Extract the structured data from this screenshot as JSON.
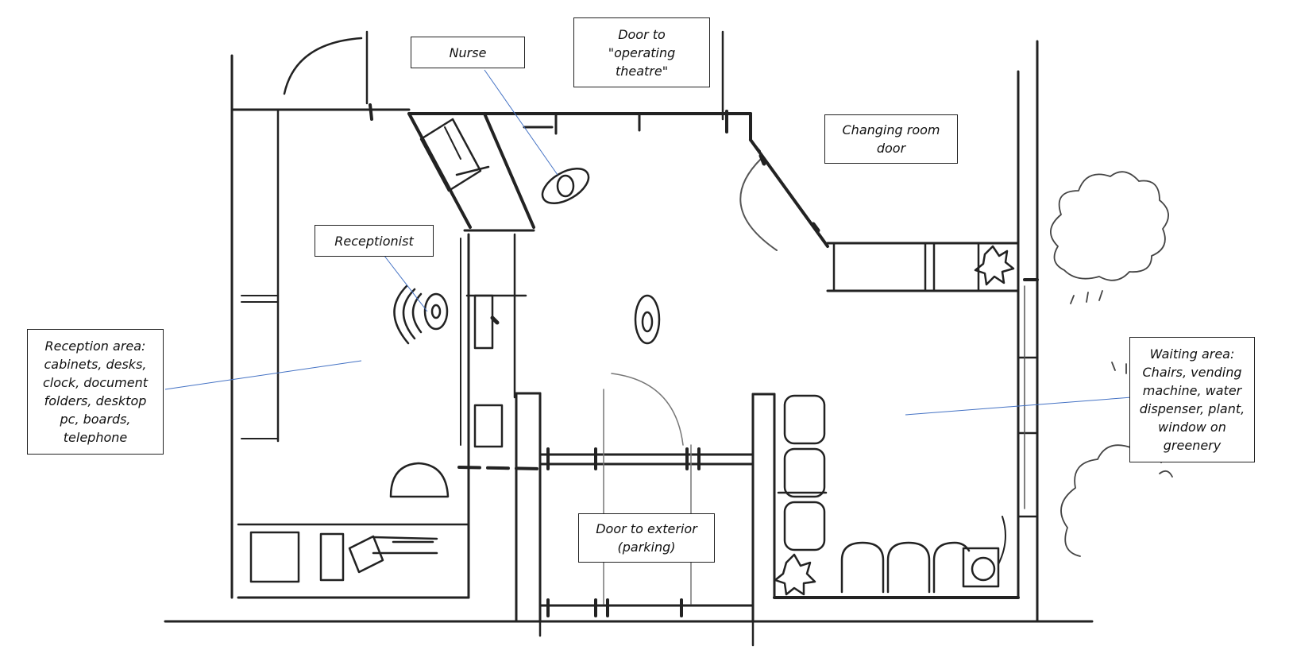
{
  "labels": {
    "nurse": "Nurse",
    "operating_door": "Door to \"operating theatre\"",
    "changing_room": "Changing room door",
    "receptionist": "Receptionist",
    "reception_area": "Reception area: cabinets, desks, clock, document folders, desktop pc, boards, telephone",
    "waiting_area": "Waiting area: Chairs, vending machine, water dispenser, plant, window on greenery",
    "exterior_door": "Door to exterior (parking)"
  },
  "colors": {
    "sketch": "#222222",
    "sketch_light": "#777777",
    "leader_line": "#4472c4"
  }
}
